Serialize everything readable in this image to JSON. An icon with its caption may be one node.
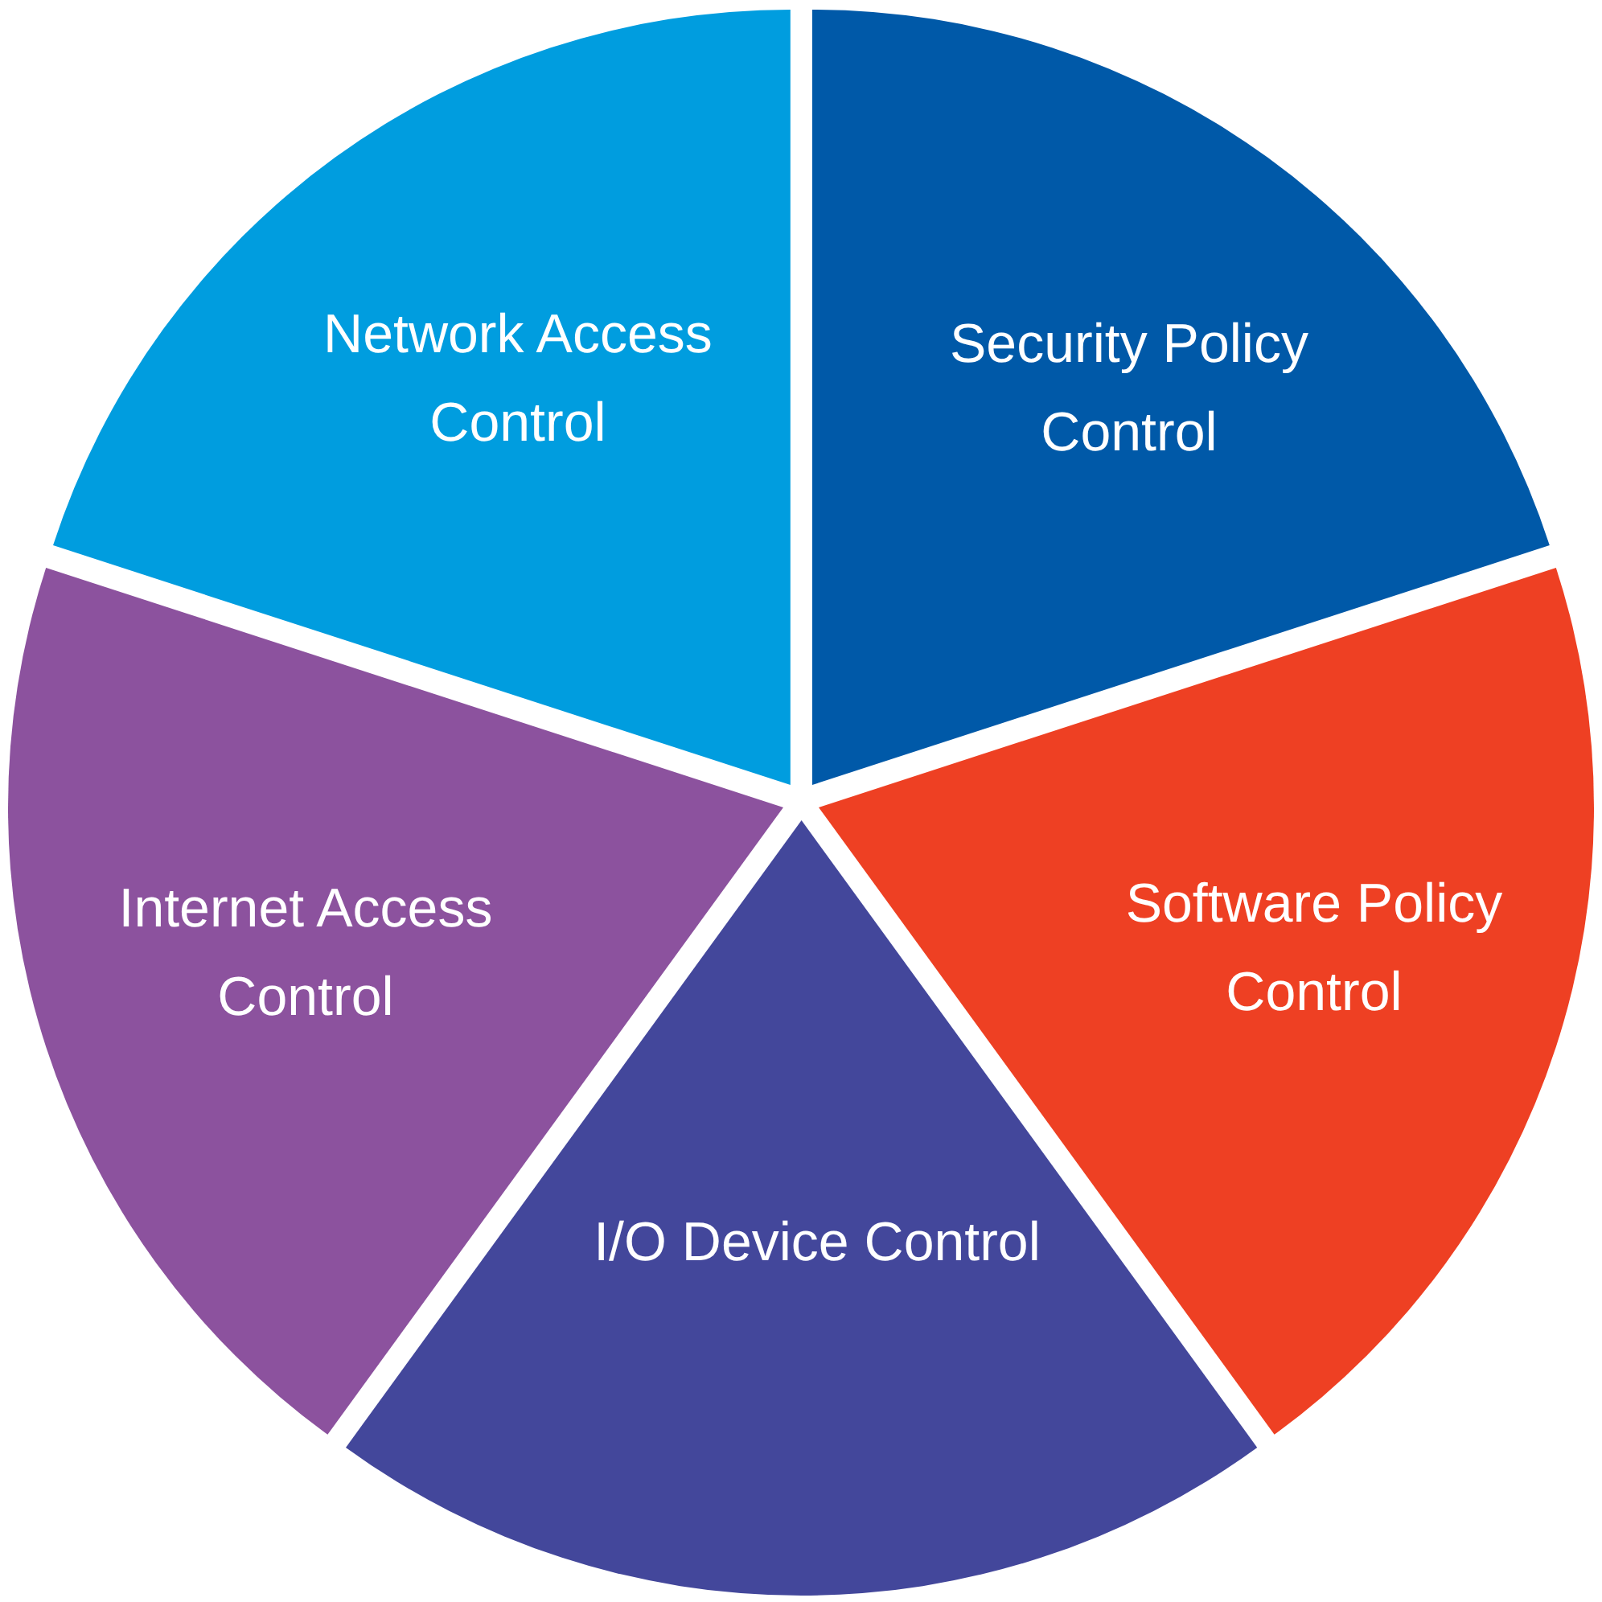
{
  "diagram": {
    "nodes": [
      {
        "text": [
          "Security Policy Control"
        ]
      },
      {
        "text": [
          "Software Policy Control"
        ]
      },
      {
        "text": [
          "I/O Device Control"
        ]
      },
      {
        "text": [
          "Internet Access Control"
        ]
      },
      {
        "text": [
          "Network Access Control"
        ]
      }
    ]
  }
}
